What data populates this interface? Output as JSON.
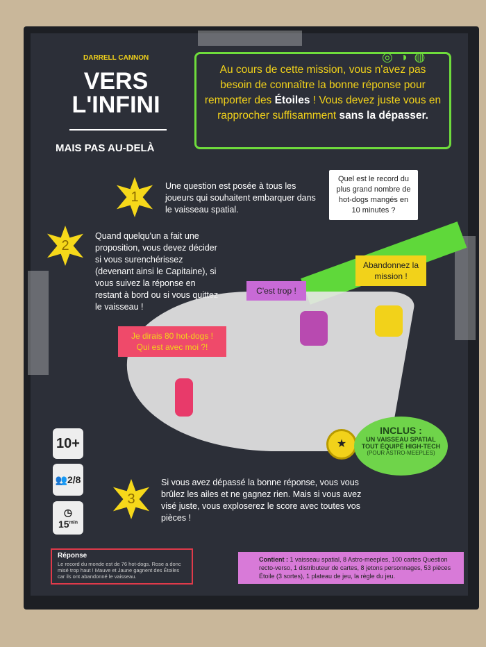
{
  "brand": "DARRELL CANNON",
  "title_line1": "VERS",
  "title_line2": "L'INFINI",
  "subtitle": "MAIS PAS AU-DELÀ",
  "intro": {
    "text": "Au cours de cette mission, vous n'avez pas besoin de connaître la bonne réponse pour remporter des ",
    "stars": "Étoiles",
    "text2": " ! Vous devez juste vous en rapprocher suffisamment ",
    "bold": "sans la dépasser."
  },
  "steps": [
    {
      "num": "1",
      "text": "Une question est posée à tous les joueurs qui souhaitent embarquer dans le vaisseau spatial."
    },
    {
      "num": "2",
      "text": "Quand quelqu'un a fait une proposition, vous devez décider si vous surenchérissez (devenant ainsi le Capitaine), si vous suivez la réponse en restant à bord ou si vous quittez le vaisseau !"
    },
    {
      "num": "3",
      "text": "Si vous avez dépassé la bonne réponse, vous vous brûlez les ailes et ne gagnez rien. Mais si vous avez visé juste, vous exploserez le score avec toutes vos pièces !"
    }
  ],
  "question": "Quel est le record du plus grand nombre de hot-dogs mangés en 10 minutes ?",
  "bubbles": {
    "red": "Je dirais 80 hot-dogs ! Qui est avec moi ?!",
    "purple": "C'est trop !",
    "yellow": "Abandonnez la mission !"
  },
  "inclus": {
    "title": "INCLUS :",
    "line1": "UN VAISSEAU SPATIAL",
    "line2": "TOUT ÉQUIPÉ HIGH-TECH",
    "line3": "(POUR ASTRO-MEEPLES)"
  },
  "icons": {
    "age": "10+",
    "players_min": "2",
    "players_max": "8",
    "time": "15",
    "time_unit": "min"
  },
  "reponse": {
    "title": "Réponse",
    "text": "Le record du monde est de 76 hot-dogs. Rose a donc misé trop haut ! Mauve et Jaune gagnent des Étoiles car ils ont abandonné le vaisseau."
  },
  "contient": {
    "label": "Contient :",
    "text": " 1 vaisseau spatial, 8 Astro-meeples, 100 cartes Question recto-verso, 1 distributeur de cartes, 8 jetons personnages, 53 pièces Étoile (3 sortes), 1 plateau de jeu, la règle du jeu."
  }
}
